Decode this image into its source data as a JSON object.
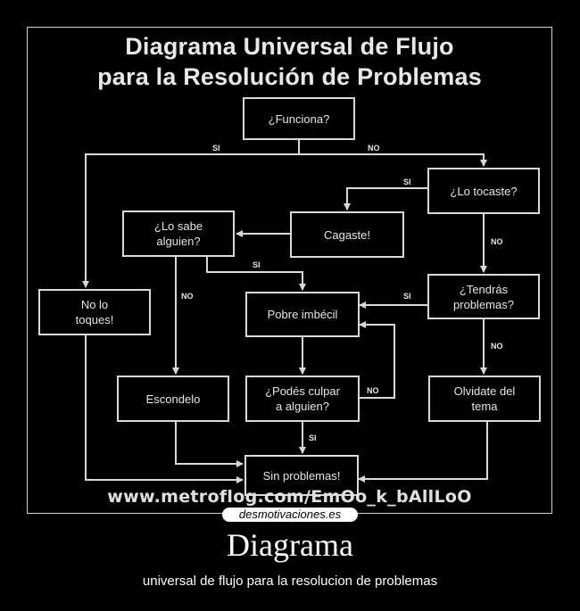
{
  "diagram": {
    "title_line1": "Diagrama Universal de Flujo",
    "title_line2": "para la Resolución de Problemas",
    "nodes": {
      "funciona": "¿Funciona?",
      "tocaste": "¿Lo tocaste?",
      "cagaste": "Cagaste!",
      "sabe": "¿Lo sabe\nalguien?",
      "no_toques": "No lo\ntoques!",
      "pobre": "Pobre imbécil",
      "tendras": "¿Tendrás\nproblemas?",
      "escondelo": "Escondelo",
      "culpar": "¿Podés culpar\na alguien?",
      "olvidate": "Olvidate del\ntema",
      "sin_problemas": "Sin problemas!"
    },
    "labels": {
      "si_funciona": "SI",
      "no_funciona": "NO",
      "si_tocaste": "SI",
      "no_tocaste": "NO",
      "si_sabe": "SI",
      "no_sabe": "NO",
      "si_tendras": "SI",
      "no_tendras": "NO",
      "no_culpar": "NO",
      "si_culpar": "SI"
    },
    "url": "www.metroflog.com/EmOo_k_bAllLoO"
  },
  "footer": {
    "brand": "desmotivaciones.es",
    "caption": "Diagrama",
    "subcaption": "universal de flujo para la resolucion de problemas"
  }
}
